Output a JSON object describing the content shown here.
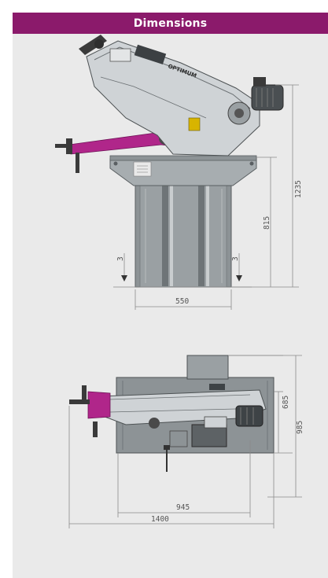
{
  "header": {
    "title": "Dimensions"
  },
  "brand": "OPTIMUM",
  "side_view": {
    "width": "550",
    "height_table": "815",
    "height_total": "1235",
    "arrow_left": "3",
    "arrow_right": "3"
  },
  "top_view": {
    "width_base": "945",
    "width_total": "1400",
    "depth_base": "685",
    "depth_total": "985"
  },
  "colors": {
    "header": "#8b1a6b",
    "panel": "#eaeaea",
    "machine_gray": "#8d9396",
    "accent_magenta": "#b0268a"
  }
}
